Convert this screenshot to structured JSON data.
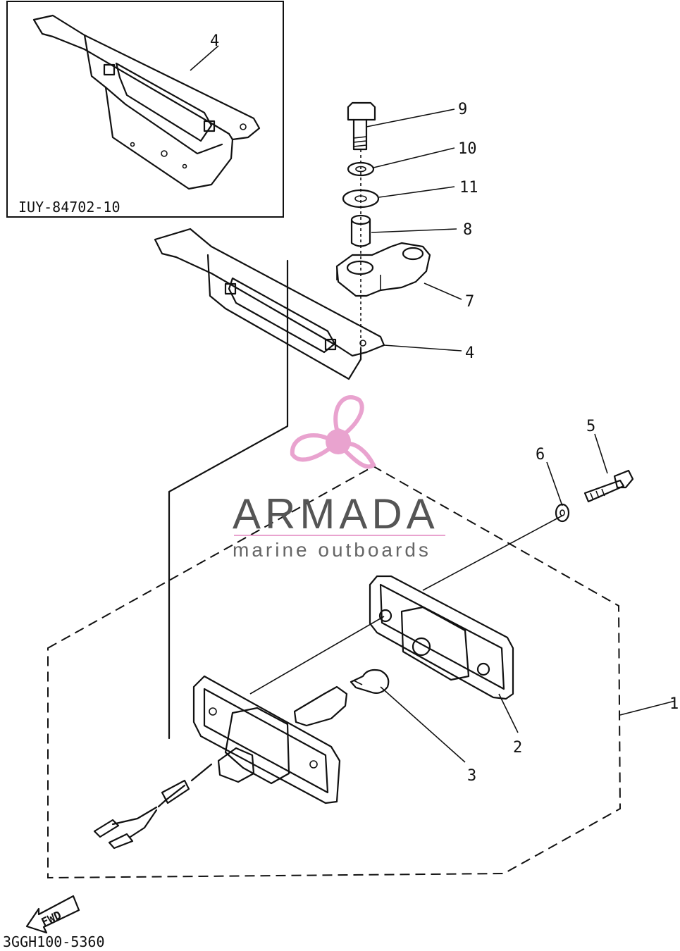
{
  "inset": {
    "part_code": "IUY-84702-10"
  },
  "callouts": {
    "c1": "1",
    "c2": "2",
    "c3": "3",
    "c4_inset": "4",
    "c4_main": "4",
    "c5": "5",
    "c6": "6",
    "c7": "7",
    "c8": "8",
    "c9": "9",
    "c10": "10",
    "c11": "11"
  },
  "watermark": {
    "title": "ARMADA",
    "subtitle": "marine outboards",
    "colors": {
      "pink": "#e9a3cf",
      "gray": "#555555"
    }
  },
  "footer": {
    "fwd_label": "FWD",
    "drawing_code": "3GGH100-5360"
  }
}
